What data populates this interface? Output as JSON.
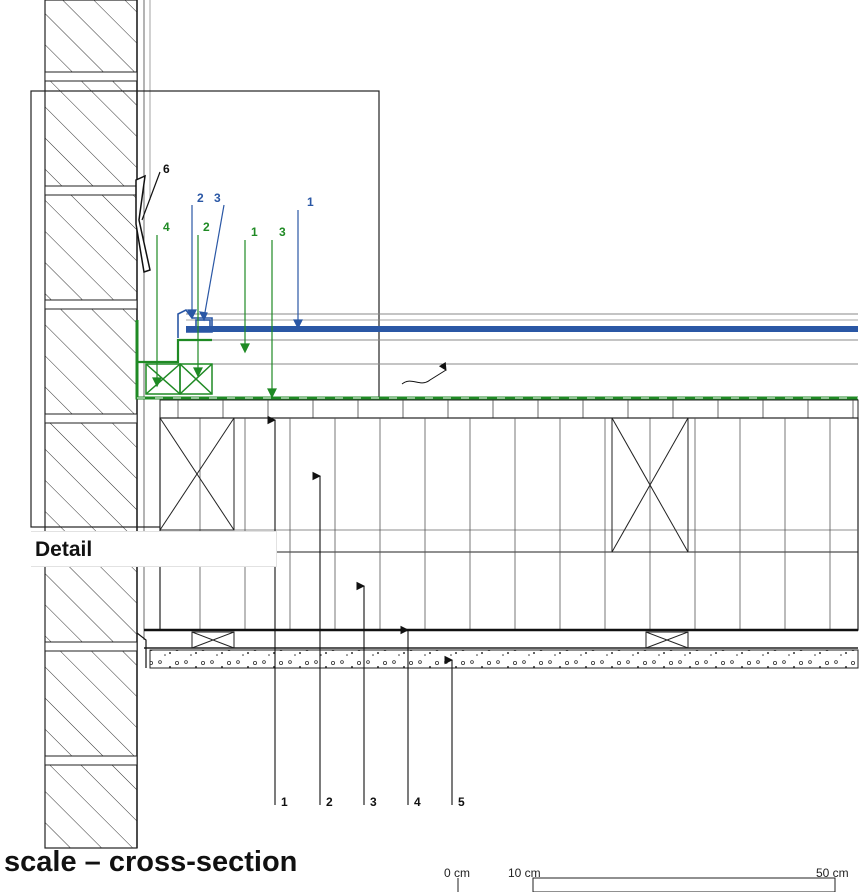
{
  "detail": {
    "label": "Detail"
  },
  "caption": {
    "text": "scale – cross-section"
  },
  "scale_bar": {
    "labels": [
      "0 cm",
      "10 cm",
      "50 cm"
    ]
  },
  "callouts": {
    "blue": [
      "2",
      "3",
      "1"
    ],
    "green": [
      "4",
      "2",
      "1",
      "3"
    ],
    "black_upper": [
      "6"
    ],
    "black_lower": [
      "1",
      "2",
      "3",
      "4",
      "5"
    ]
  },
  "colors": {
    "blue": "#2a57a5",
    "green": "#1f8a24",
    "line": "#111111"
  }
}
